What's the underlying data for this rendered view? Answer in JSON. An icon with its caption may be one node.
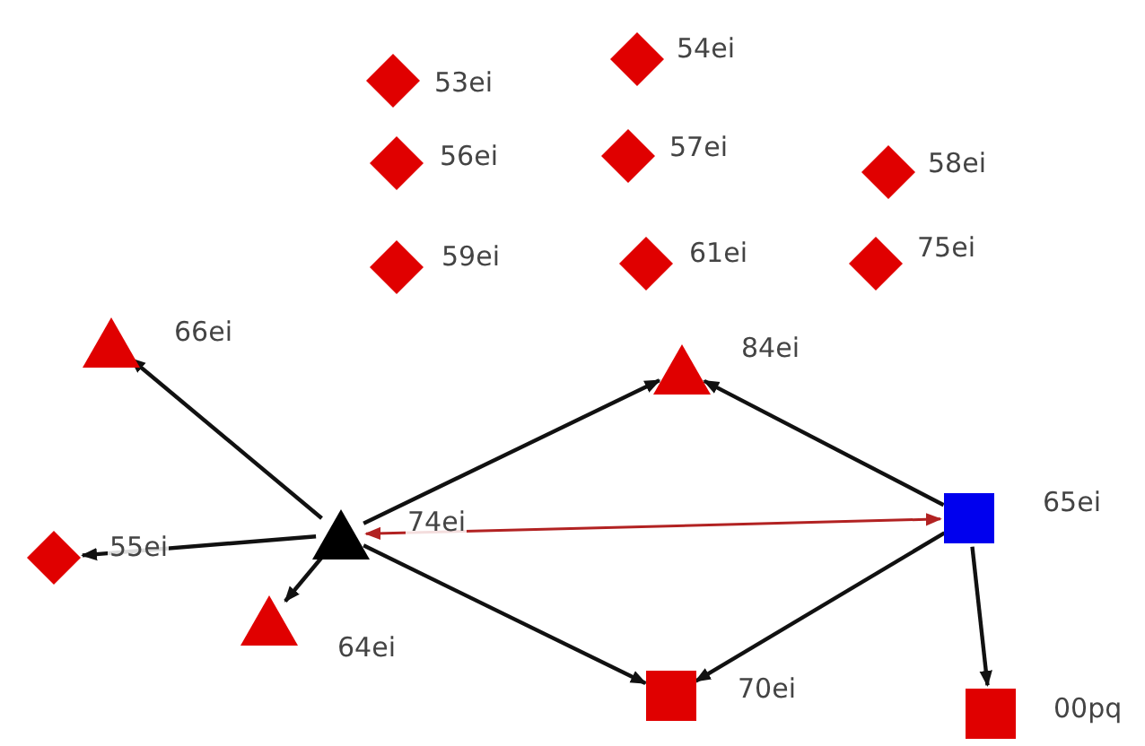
{
  "diagram": {
    "nodes": [
      {
        "text": [],
        "shape": "diamond",
        "beside": [
          "54ei"
        ]
      },
      {
        "text": [],
        "shape": "diamond",
        "beside": [
          "53ei"
        ]
      },
      {
        "text": [],
        "shape": "diamond",
        "beside": [
          "57ei"
        ]
      },
      {
        "text": [],
        "shape": "diamond",
        "beside": [
          "56ei"
        ]
      },
      {
        "text": [],
        "shape": "diamond",
        "beside": [
          "58ei"
        ]
      },
      {
        "text": [],
        "shape": "diamond",
        "beside": [
          "75ei"
        ]
      },
      {
        "text": [],
        "shape": "diamond",
        "beside": [
          "59ei"
        ]
      },
      {
        "text": [],
        "shape": "diamond",
        "beside": [
          "61ei"
        ]
      },
      {
        "text": [],
        "shape": "triangle",
        "beside": [
          "66ei"
        ]
      },
      {
        "text": [],
        "shape": "triangle",
        "beside": [
          "84ei"
        ]
      },
      {
        "text": [],
        "shape": "box",
        "beside": [
          "65ei"
        ]
      },
      {
        "text": [],
        "shape": "triangle",
        "beside": [
          "74ei"
        ]
      },
      {
        "text": [],
        "shape": "diamond",
        "beside": [
          "55ei"
        ]
      },
      {
        "text": [],
        "shape": "triangle",
        "beside": [
          "64ei"
        ]
      },
      {
        "text": [],
        "shape": "box",
        "beside": [
          "70ei"
        ]
      },
      {
        "text": [],
        "shape": "box",
        "beside": [
          "00pq"
        ]
      }
    ],
    "edges": [
      {
        "from": 11,
        "to": 8,
        "arrow": "to"
      },
      {
        "from": 11,
        "to": 9,
        "arrow": "to"
      },
      {
        "from": 10,
        "to": 9,
        "arrow": "to"
      },
      {
        "from": 11,
        "to": 10,
        "arrow": "both",
        "color": "#b22222"
      },
      {
        "from": 11,
        "to": 12,
        "arrow": "to"
      },
      {
        "from": 11,
        "to": 13,
        "arrow": "to"
      },
      {
        "from": 11,
        "to": 14,
        "arrow": "to"
      },
      {
        "from": 10,
        "to": 14,
        "arrow": "to"
      },
      {
        "from": 10,
        "to": 15,
        "arrow": "to"
      }
    ]
  }
}
